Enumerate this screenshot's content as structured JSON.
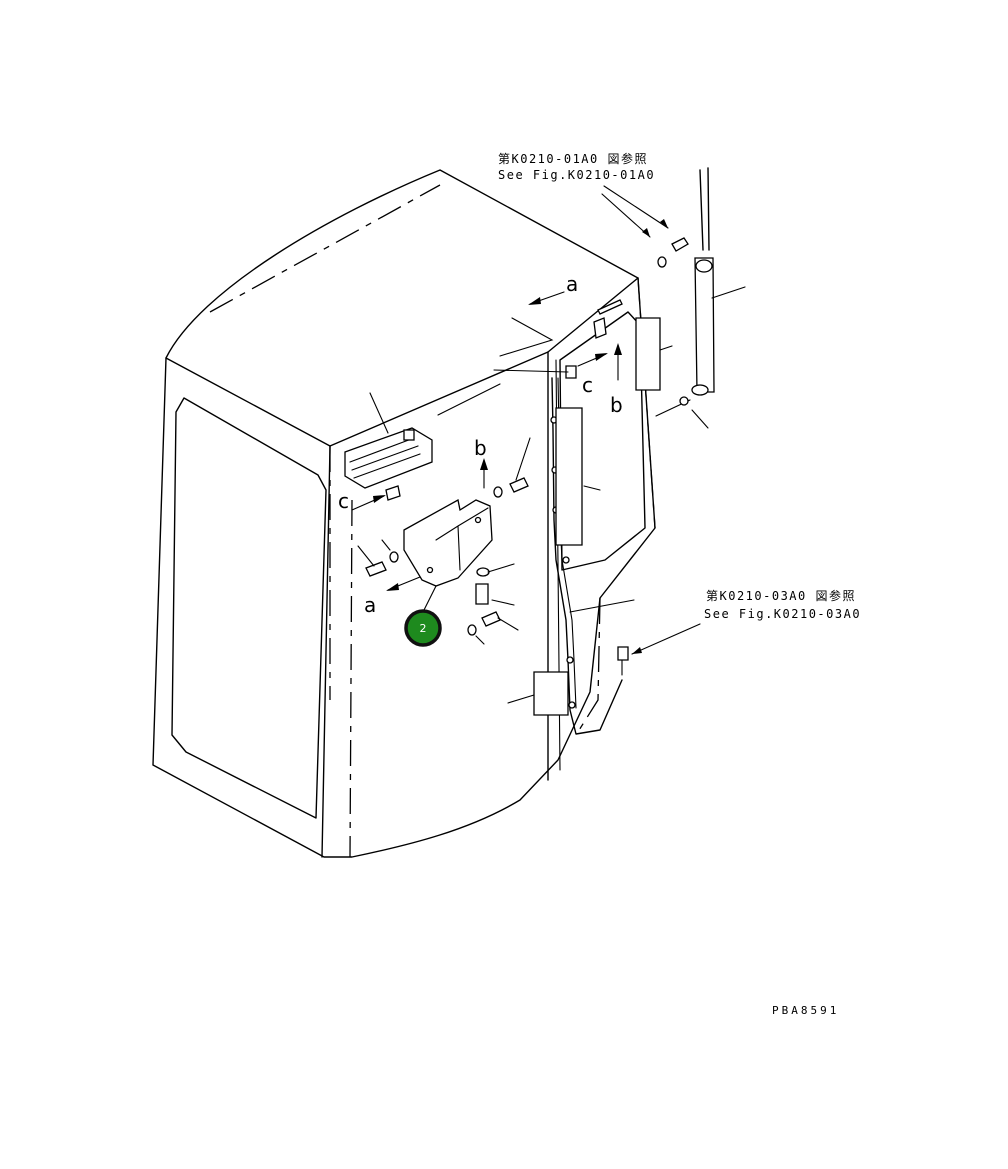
{
  "references": {
    "top_jp": "第K0210-01A0 図参照",
    "top_en": "See Fig.K0210-01A0",
    "right_jp": "第K0210-03A0 図参照",
    "right_en": "See Fig.K0210-03A0"
  },
  "direction_labels": {
    "a_top": "a",
    "a_bottom": "a",
    "b_center": "b",
    "b_right": "b",
    "c_left": "c",
    "c_right": "c"
  },
  "callout": {
    "number": "2",
    "color": "#1e8a1e"
  },
  "drawing_code": "PBA8591",
  "colors": {
    "line": "#000000",
    "background": "#ffffff",
    "callout_fill": "#1e8a1e",
    "callout_ring": "#111111"
  }
}
